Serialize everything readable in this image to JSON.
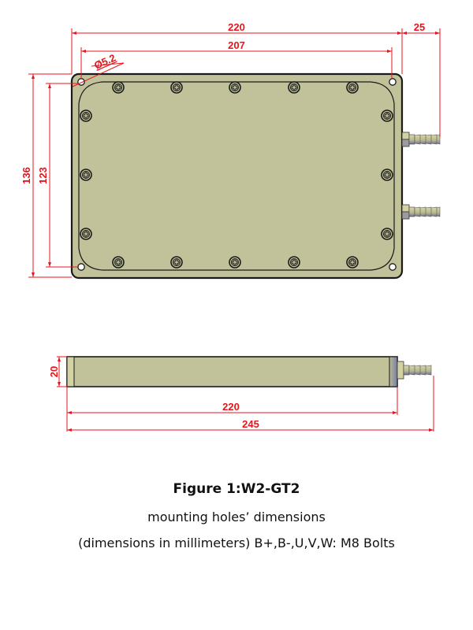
{
  "figure": {
    "title": "Figure 1:W2-GT2",
    "subtitle": "mounting holes’ dimensions",
    "note": "(dimensions in millimeters) B+,B-,U,V,W: M8 Bolts"
  },
  "top_view": {
    "dimensions": {
      "overall_width": "220",
      "hole_spacing_width": "207",
      "connector_length": "25",
      "hole_diameter": "Ø5.2",
      "overall_height": "136",
      "hole_spacing_height": "123"
    },
    "screws_top_count": 5,
    "screws_bottom_count": 5,
    "screws_side_count": 3,
    "mounting_holes": 4,
    "hose_barbs": 2
  },
  "side_view": {
    "dimensions": {
      "thickness": "20",
      "body_length": "220",
      "total_length": "245"
    }
  },
  "colors": {
    "plate": "#c2c29a",
    "outline": "#222222",
    "dimension": "#e8141c",
    "fitting_dark": "#8a8ba6"
  }
}
